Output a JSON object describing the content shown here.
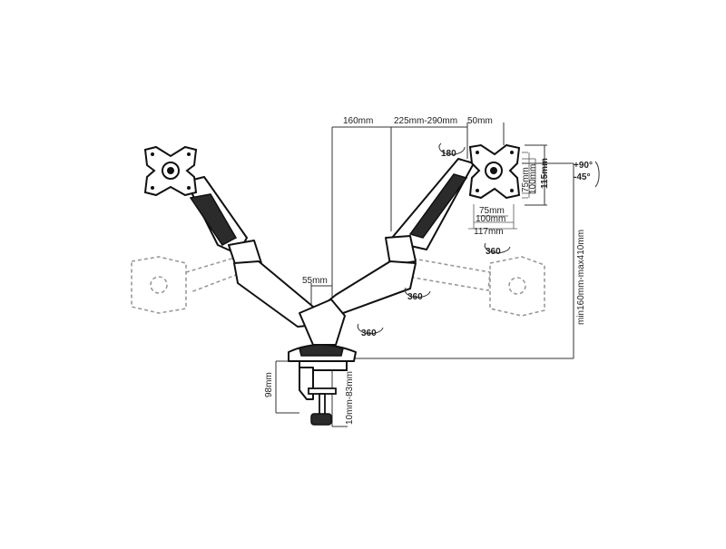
{
  "dimensions": {
    "reach": "160mm",
    "arm_length": "225mm-290mm",
    "tilt_offset": "50mm",
    "pole_width": "55mm",
    "vesa_75_h": "75mm",
    "vesa_100_h": "100mm",
    "vesa_75_w": "75mm",
    "vesa_100_w": "100mm",
    "plate_width": "117mm",
    "plate_height": "115mm",
    "height_range": "min160mm-max410mm",
    "clamp_height": "98mm",
    "desk_thickness": "10mm-83mm"
  },
  "rotations": {
    "swivel_head": "180",
    "rotate_monitor": "360",
    "rotate_arm_right": "360",
    "rotate_arm_base": "360",
    "tilt_up": "+90°",
    "tilt_down": "-45°"
  }
}
